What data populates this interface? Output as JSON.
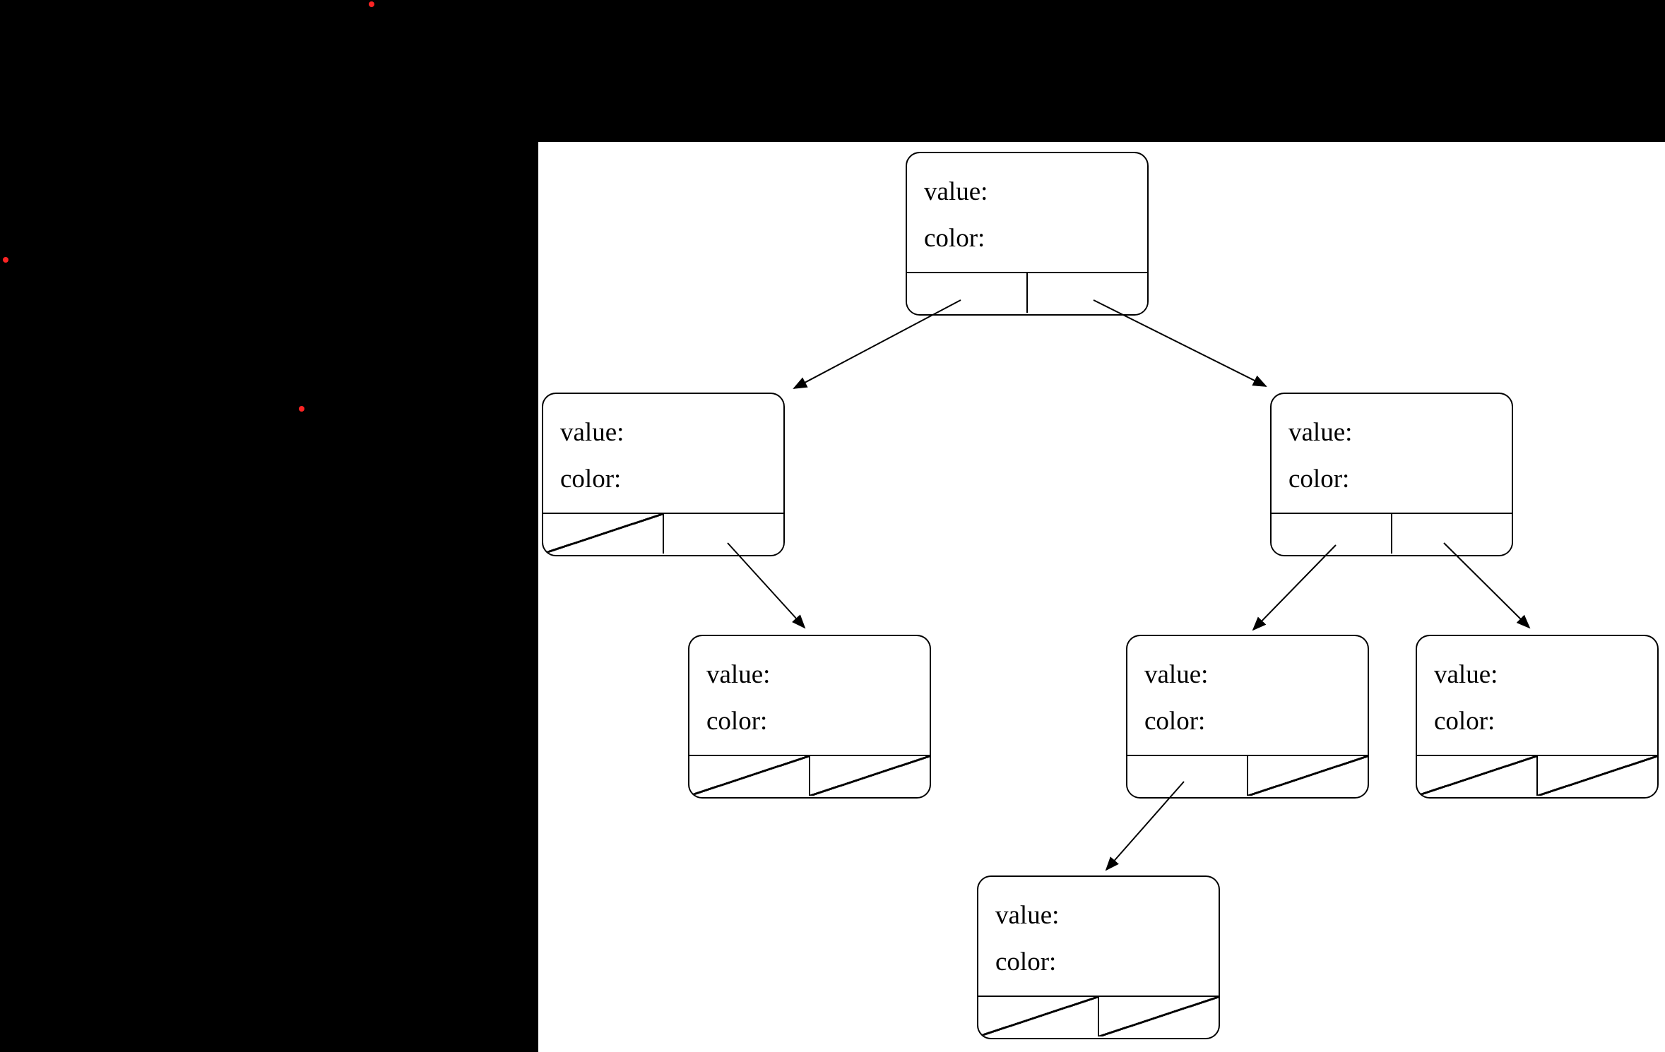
{
  "colors": {
    "page_background": "#000000",
    "canvas_background": "#ffffff",
    "node_border": "#000000",
    "edge_line": "#000000",
    "dot": "#fb2424"
  },
  "diagram": {
    "type": "binary-tree-node-diagram",
    "node_field_labels": [
      "value:",
      "color:"
    ],
    "nodes": [
      {
        "id": "root",
        "value_label": "value:",
        "color_label": "color:",
        "left_pointer": "child",
        "right_pointer": "child"
      },
      {
        "id": "left",
        "value_label": "value:",
        "color_label": "color:",
        "left_pointer": "null",
        "right_pointer": "child"
      },
      {
        "id": "right",
        "value_label": "value:",
        "color_label": "color:",
        "left_pointer": "child",
        "right_pointer": "child"
      },
      {
        "id": "left-right",
        "value_label": "value:",
        "color_label": "color:",
        "left_pointer": "null",
        "right_pointer": "null"
      },
      {
        "id": "right-left",
        "value_label": "value:",
        "color_label": "color:",
        "left_pointer": "child",
        "right_pointer": "null"
      },
      {
        "id": "right-right",
        "value_label": "value:",
        "color_label": "color:",
        "left_pointer": "null",
        "right_pointer": "null"
      },
      {
        "id": "right-left-left",
        "value_label": "value:",
        "color_label": "color:",
        "left_pointer": "null",
        "right_pointer": "null"
      }
    ],
    "edges": [
      {
        "from": "root",
        "pointer": "left",
        "to": "left"
      },
      {
        "from": "root",
        "pointer": "right",
        "to": "right"
      },
      {
        "from": "left",
        "pointer": "right",
        "to": "left-right"
      },
      {
        "from": "right",
        "pointer": "left",
        "to": "right-left"
      },
      {
        "from": "right",
        "pointer": "right",
        "to": "right-right"
      },
      {
        "from": "right-left",
        "pointer": "left",
        "to": "right-left-left"
      }
    ]
  }
}
